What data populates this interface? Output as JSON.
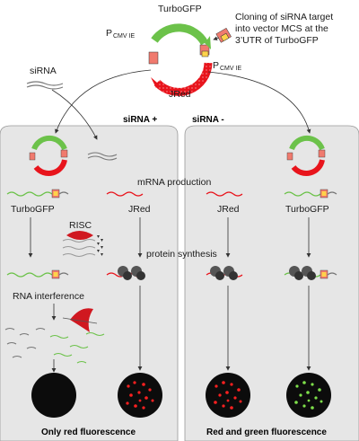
{
  "plasmid": {
    "turbogfp_label": "TurboGFP",
    "promoter1_main": "P",
    "promoter1_sub": "CMV IE",
    "promoter2_main": "P",
    "promoter2_sub": "CMV IE",
    "jred_label": "JRed"
  },
  "cloning_note": {
    "line1": "Cloning of siRNA target",
    "line2": "into vector  MCS at the",
    "line3": "3’UTR of TurboGFP"
  },
  "sirna_label": "siRNA",
  "panels": {
    "left": {
      "heading": "siRNA +",
      "turbogfp_label": "TurboGFP",
      "jred_label": "JRed",
      "risc_label": "RISC",
      "rnai_label": "RNA interference",
      "result_label": "Only red fluorescence"
    },
    "right": {
      "heading": "siRNA -",
      "jred_label": "JRed",
      "turbogfp_label": "TurboGFP",
      "result_label": "Red and green fluorescence"
    }
  },
  "process": {
    "mrna_production": "mRNA production",
    "protein_synthesis": "protein synthesis"
  },
  "colors": {
    "green": "#6cc24a",
    "red": "#e8141c",
    "salmon": "#f07a6e",
    "yellow_box": "#ffd24a",
    "cell_fill": "#e6e6e6",
    "dark": "#222222"
  }
}
